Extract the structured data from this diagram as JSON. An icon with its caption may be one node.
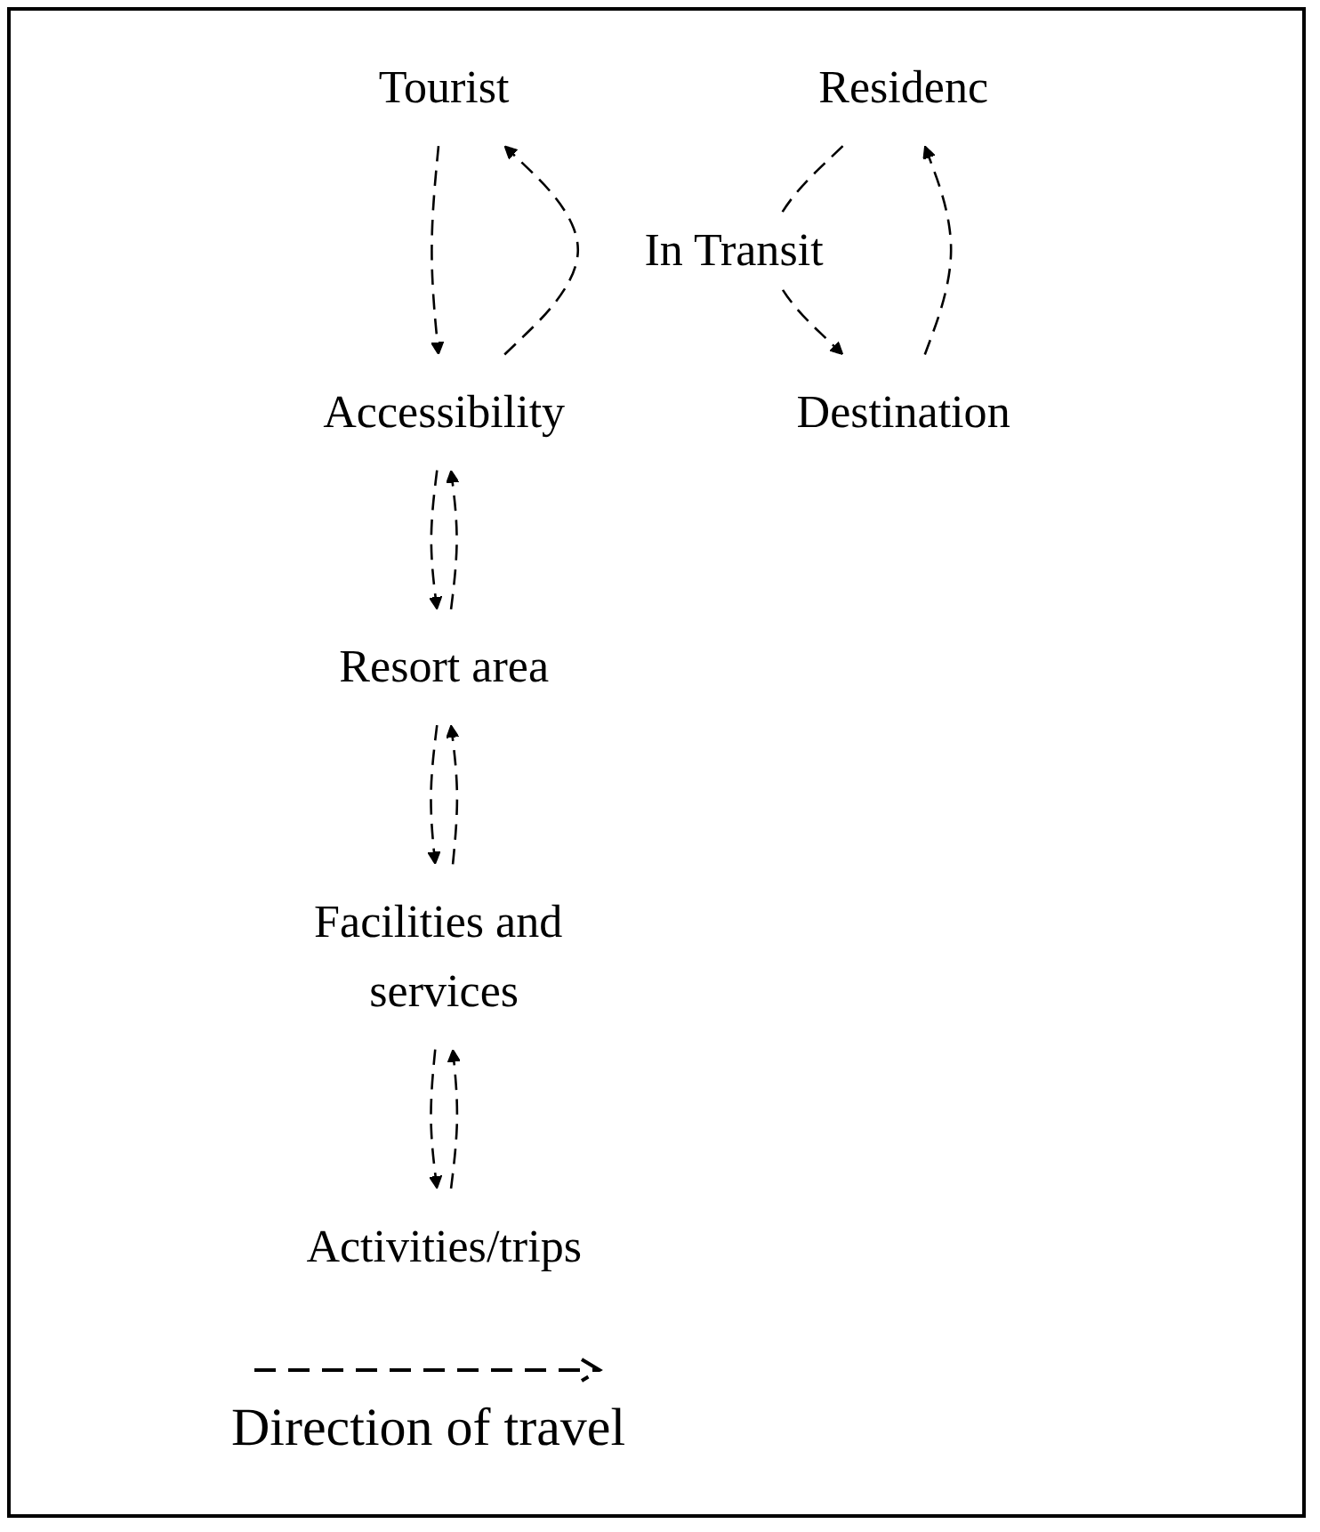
{
  "diagram": {
    "nodes": [
      {
        "text": [
          "Tourist"
        ]
      },
      {
        "text": [
          "Residenc"
        ]
      },
      {
        "text": [
          "Accessibility"
        ]
      },
      {
        "text": [
          "Resort area"
        ]
      },
      {
        "text": [
          "Facilities and services"
        ]
      },
      {
        "text": [
          "Destination"
        ]
      },
      {
        "text": [
          "Activities/trips"
        ]
      }
    ],
    "edges": [
      {
        "from": 2,
        "to": 0,
        "arrow": "to",
        "style": "dashed"
      },
      {
        "from": 0,
        "to": 2,
        "arrow": "to",
        "style": "dashed"
      },
      {
        "from": 3,
        "to": 2,
        "arrow": "to",
        "style": "dashed"
      },
      {
        "from": 2,
        "to": 3,
        "arrow": "to",
        "style": "dashed"
      },
      {
        "from": 4,
        "to": 3,
        "arrow": "to",
        "style": "dashed"
      },
      {
        "from": 3,
        "to": 4,
        "arrow": "to",
        "style": "dashed"
      },
      {
        "from": 1,
        "to": 5,
        "arrow": "to",
        "style": "dashed",
        "label": "In Transit"
      },
      {
        "from": 5,
        "to": 1,
        "arrow": "to",
        "style": "dashed"
      },
      {
        "from": 4,
        "to": 6,
        "arrow": "to",
        "style": "dashed"
      },
      {
        "from": 6,
        "to": 4,
        "arrow": "to",
        "style": "dashed"
      }
    ],
    "legend": [
      {
        "text": "Direction of travel"
      }
    ]
  }
}
